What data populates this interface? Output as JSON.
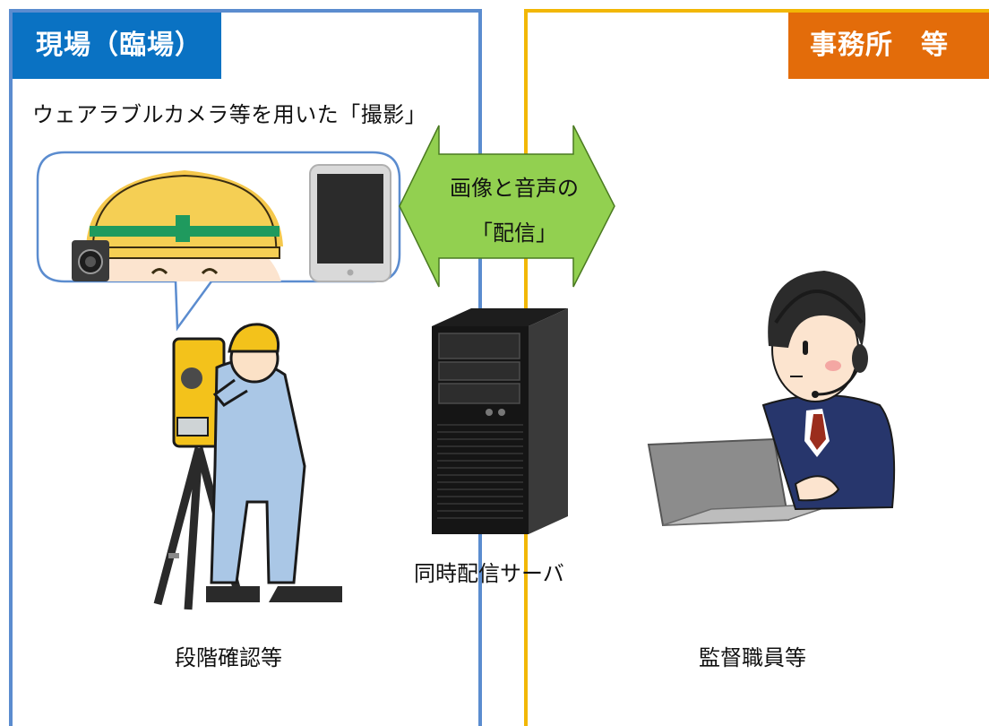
{
  "site": {
    "header": "現場（臨場）",
    "capture_text": "ウェアラブルカメラ等を用いた「撮影」",
    "caption": "段階確認等"
  },
  "office": {
    "header": "事務所　等",
    "caption": "監督職員等"
  },
  "delivery": {
    "line1": "画像と音声の",
    "line2": "「配信」"
  },
  "server": {
    "label": "同時配信サーバ"
  },
  "colors": {
    "site_panel_border": "#5b8ccf",
    "site_header_bg": "#0a72c3",
    "office_panel_border": "#f2b705",
    "office_header_bg": "#e36c0a",
    "arrow_fill": "#92d050"
  },
  "icons": {
    "camera": "wearable-camera-icon",
    "tablet": "tablet-icon",
    "surveyor": "surveyor-icon",
    "server": "server-icon",
    "operator": "operator-icon"
  }
}
